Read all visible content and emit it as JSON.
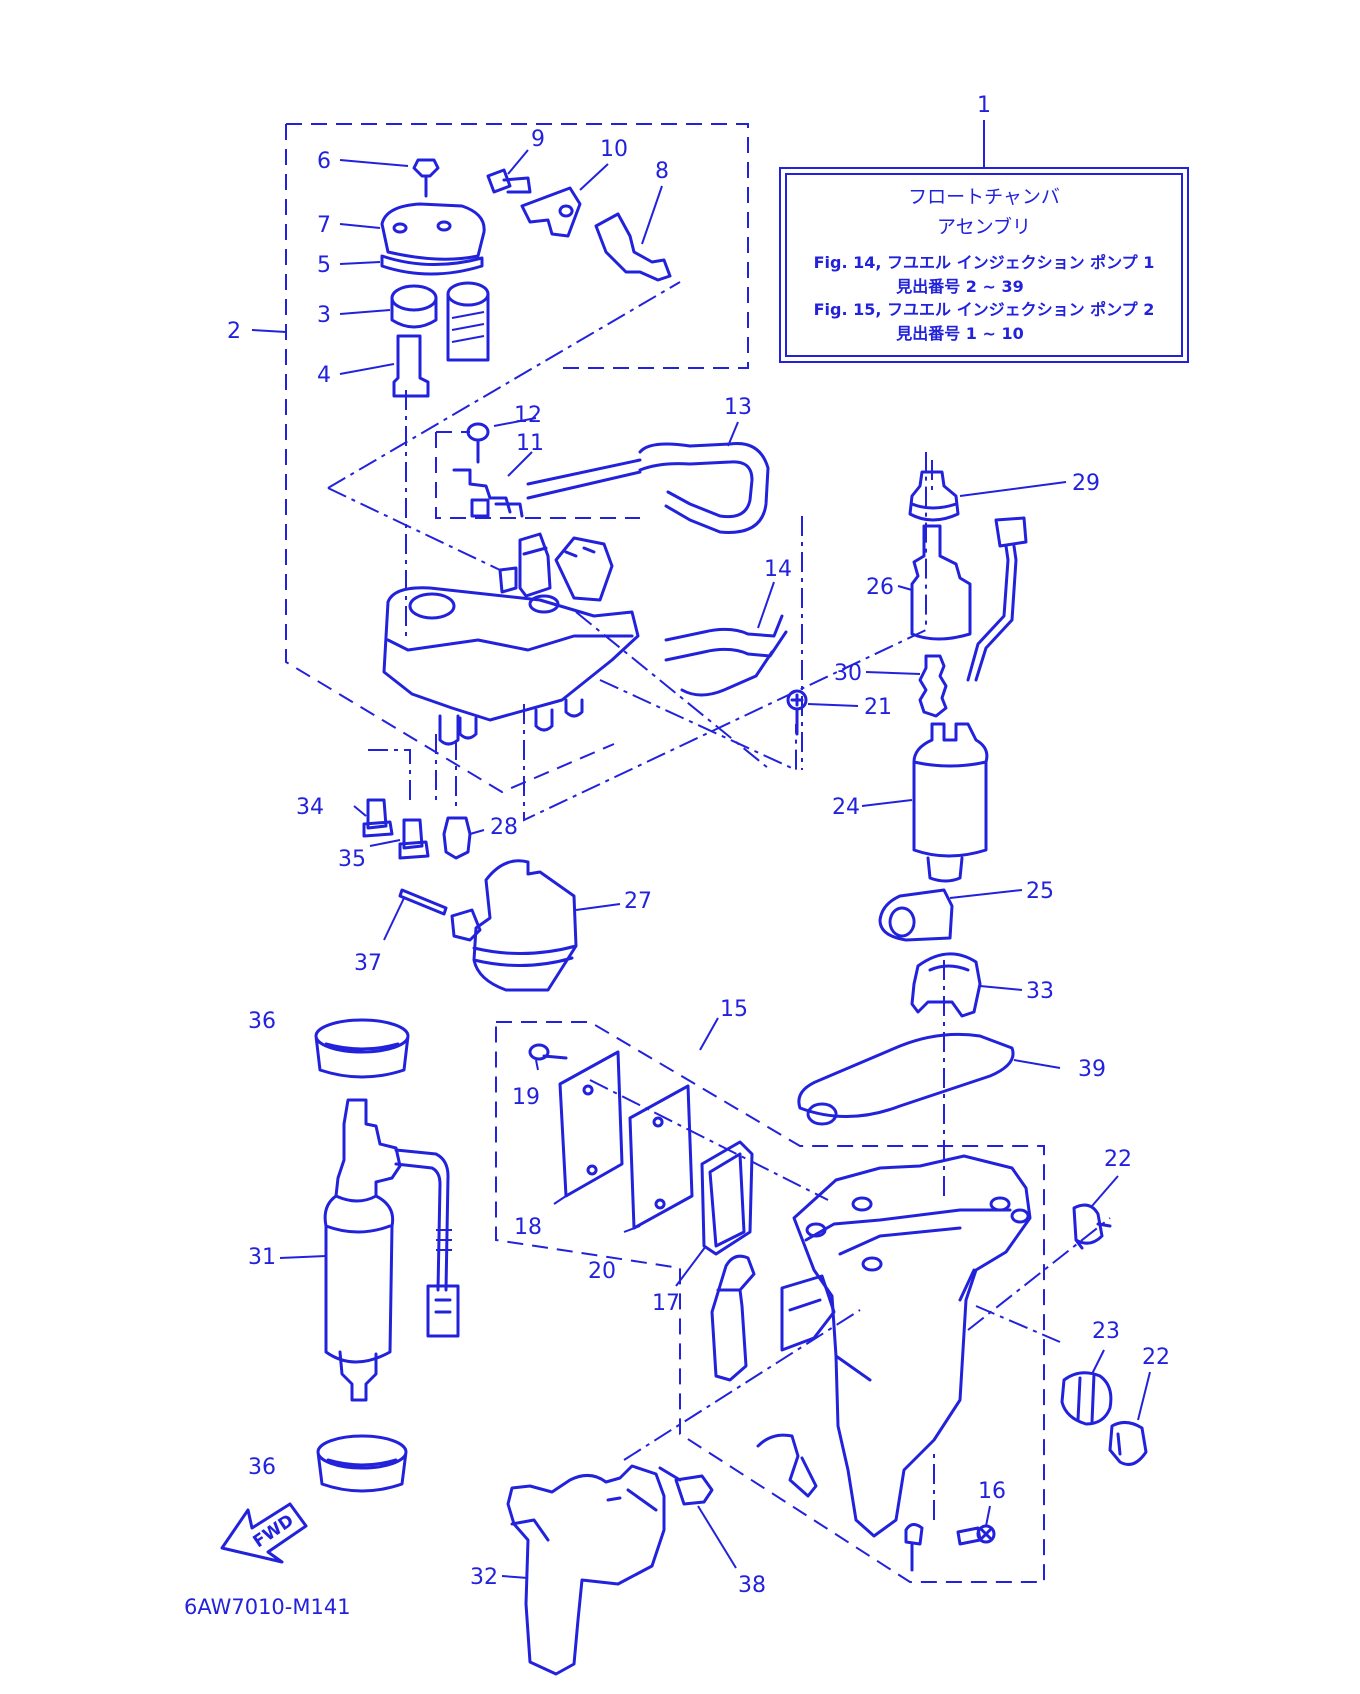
{
  "title_box": {
    "line1": "フロートチャンバ",
    "line2": "アセンブリ",
    "ref1": "Fig. 14, フユエル インジェクション ポンプ 1",
    "ref1_sub": "見出番号 2 ~ 39",
    "ref2": "Fig. 15, フユエル インジェクション ポンプ 2",
    "ref2_sub": "見出番号 1 ~ 10"
  },
  "part_numbers": {
    "n1": "1",
    "n2": "2",
    "n3": "3",
    "n4": "4",
    "n5": "5",
    "n6": "6",
    "n7": "7",
    "n8": "8",
    "n9": "9",
    "n10": "10",
    "n11": "11",
    "n12": "12",
    "n13": "13",
    "n14": "14",
    "n15": "15",
    "n16": "16",
    "n17": "17",
    "n18": "18",
    "n19": "19",
    "n20": "20",
    "n21": "21",
    "n22a": "22",
    "n22b": "22",
    "n23": "23",
    "n24": "24",
    "n25": "25",
    "n26": "26",
    "n27": "27",
    "n28": "28",
    "n29": "29",
    "n30": "30",
    "n31": "31",
    "n32": "32",
    "n33": "33",
    "n34": "34",
    "n35": "35",
    "n36a": "36",
    "n36b": "36",
    "n37": "37",
    "n38": "38",
    "n39": "39"
  },
  "fwd_label": "FWD",
  "diagram_code": "6AW7010-M141",
  "colors": {
    "line": "#2222dd",
    "background": "#ffffff"
  }
}
